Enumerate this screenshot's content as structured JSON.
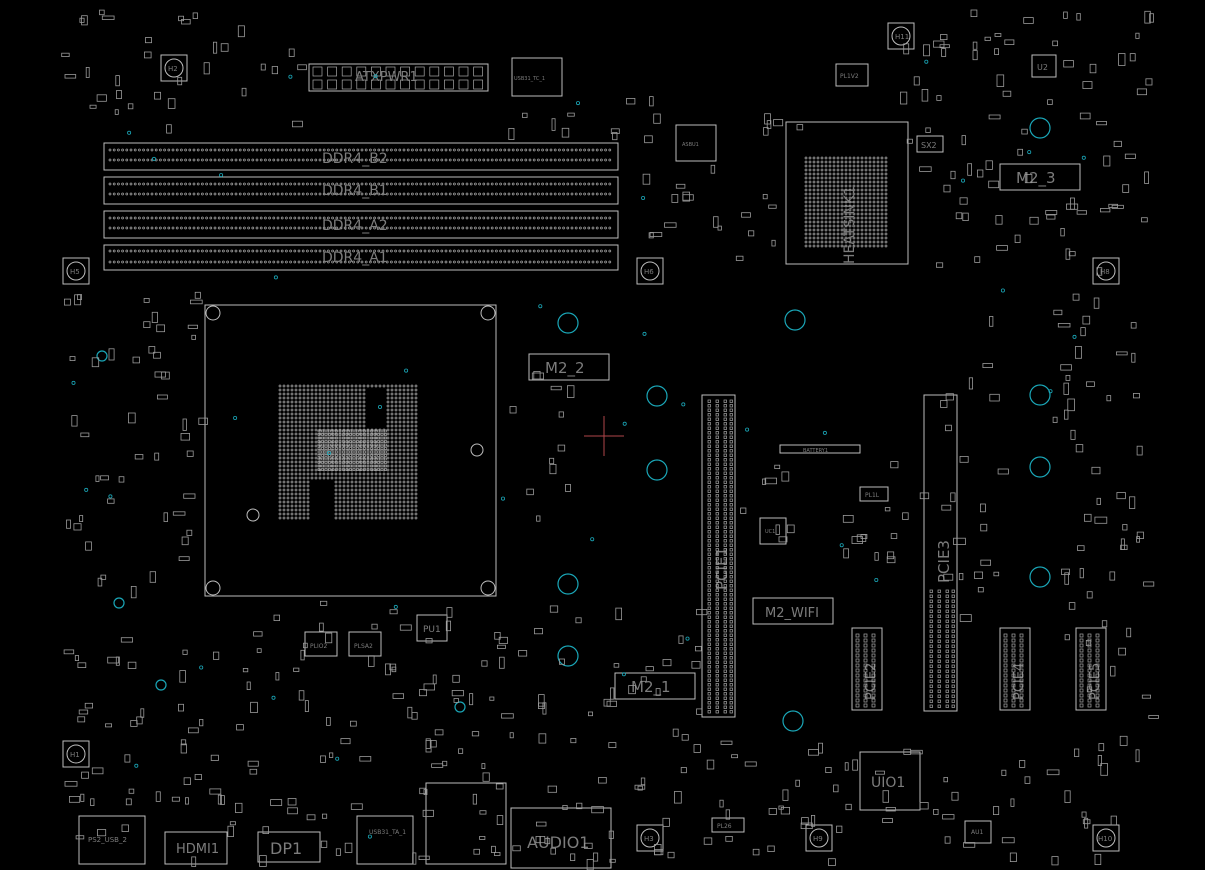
{
  "labels": {
    "atxpwr1": "ATXPWR1",
    "ddr4_b2": "DDR4_B2",
    "ddr4_b1": "DDR4_B1",
    "ddr4_a2": "DDR4_A2",
    "ddr4_a1": "DDR4_A1",
    "m2_3": "M2_3",
    "m2_2": "M2_2",
    "m2_1": "M2_1",
    "m2_wifi": "M2_WIFI",
    "pcie1": "PCIE1",
    "pcie2": "PCIE2",
    "pcie3": "PCIE3",
    "pcie4": "PCIE4",
    "pcie5": "PCIE5",
    "heatsink": "HEATSINK1",
    "uio1": "UIO1",
    "hdmi1": "HDMI1",
    "dp1": "DP1",
    "audio1": "AUDIO1",
    "pu1": "PU1",
    "battery": "BATTERY1",
    "u2": "U2",
    "sx2": "SX2",
    "pl1v2": "PL1V2",
    "usb31_ta": "USB31_TA_1",
    "ps2_usb": "PS2_USB_2",
    "asbu1": "ASBU1",
    "uc1": "UC1",
    "aui1": "AU1",
    "plio2": "PLIO2",
    "plsa2": "PLSA2",
    "pl1l": "PL1L",
    "pl26": "PL26",
    "usb31_tc": "USB31_TC_1"
  },
  "holes": {
    "h1": "H1",
    "h2": "H2",
    "h3": "H3",
    "h5": "H5",
    "h6": "H6",
    "h8": "H8",
    "h9": "H9",
    "h10": "H10",
    "h11": "H11"
  }
}
